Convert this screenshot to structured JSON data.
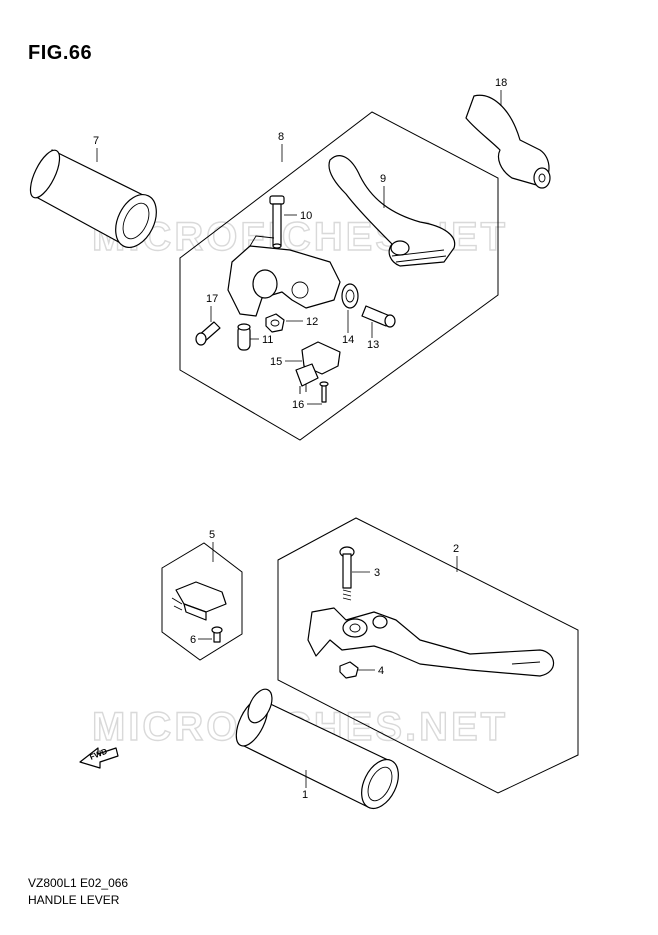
{
  "figure": {
    "title": "FIG.66",
    "code": "VZ800L1 E02_066",
    "name": "HANDLE LEVER",
    "watermark": "MICROFICHES.NET",
    "fwd_label": "FWD"
  },
  "callouts": {
    "p1": "1",
    "p2": "2",
    "p3": "3",
    "p4": "4",
    "p5": "5",
    "p6": "6",
    "p7": "7",
    "p8": "8",
    "p9": "9",
    "p10": "10",
    "p11": "11",
    "p12": "12",
    "p13": "13",
    "p14": "14",
    "p15": "15",
    "p16": "16",
    "p17": "17",
    "p18": "18"
  }
}
